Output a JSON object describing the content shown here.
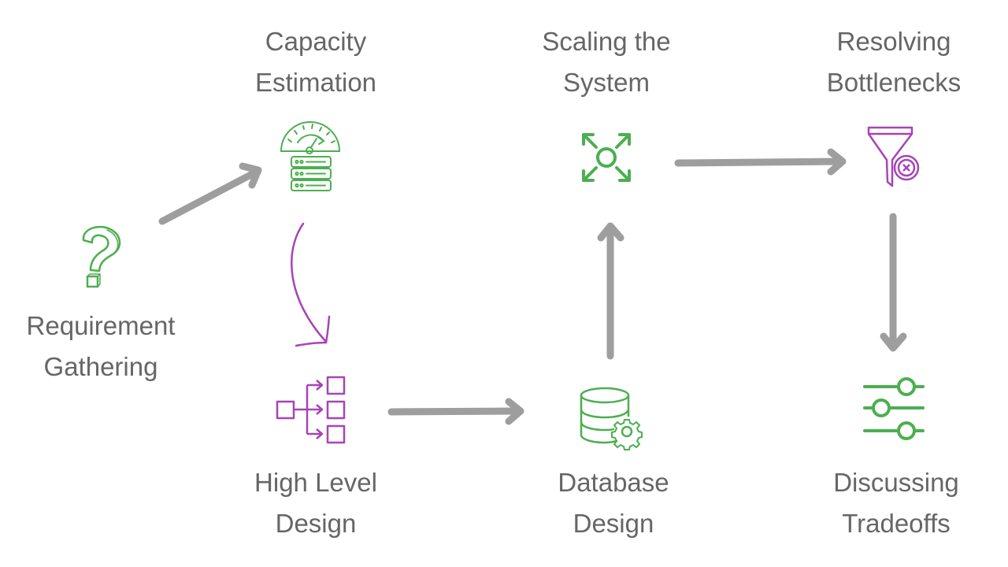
{
  "colors": {
    "green": "#4caf50",
    "purple": "#a645b5",
    "arrow_gray": "#9e9e9e",
    "text": "#666666"
  },
  "steps": [
    {
      "id": "requirement-gathering",
      "line1": "Requirement",
      "line2": "Gathering",
      "icon": "question-mark-icon",
      "color": "green"
    },
    {
      "id": "capacity-estimation",
      "line1": "Capacity",
      "line2": "Estimation",
      "icon": "gauge-server-icon",
      "color": "green"
    },
    {
      "id": "high-level-design",
      "line1": "High Level",
      "line2": "Design",
      "icon": "hierarchy-icon",
      "color": "purple"
    },
    {
      "id": "database-design",
      "line1": "Database",
      "line2": "Design",
      "icon": "database-gear-icon",
      "color": "green"
    },
    {
      "id": "scaling-the-system",
      "line1": "Scaling the",
      "line2": "System",
      "icon": "expand-arrows-icon",
      "color": "green"
    },
    {
      "id": "resolving-bottlenecks",
      "line1": "Resolving",
      "line2": "Bottlenecks",
      "icon": "funnel-cancel-icon",
      "color": "purple"
    },
    {
      "id": "discussing-tradeoffs",
      "line1": "Discussing",
      "line2": "Tradeoffs",
      "icon": "sliders-icon",
      "color": "green"
    }
  ],
  "flow": [
    {
      "from": "requirement-gathering",
      "to": "capacity-estimation"
    },
    {
      "from": "capacity-estimation",
      "to": "high-level-design"
    },
    {
      "from": "high-level-design",
      "to": "database-design"
    },
    {
      "from": "database-design",
      "to": "scaling-the-system"
    },
    {
      "from": "scaling-the-system",
      "to": "resolving-bottlenecks"
    },
    {
      "from": "resolving-bottlenecks",
      "to": "discussing-tradeoffs"
    }
  ]
}
